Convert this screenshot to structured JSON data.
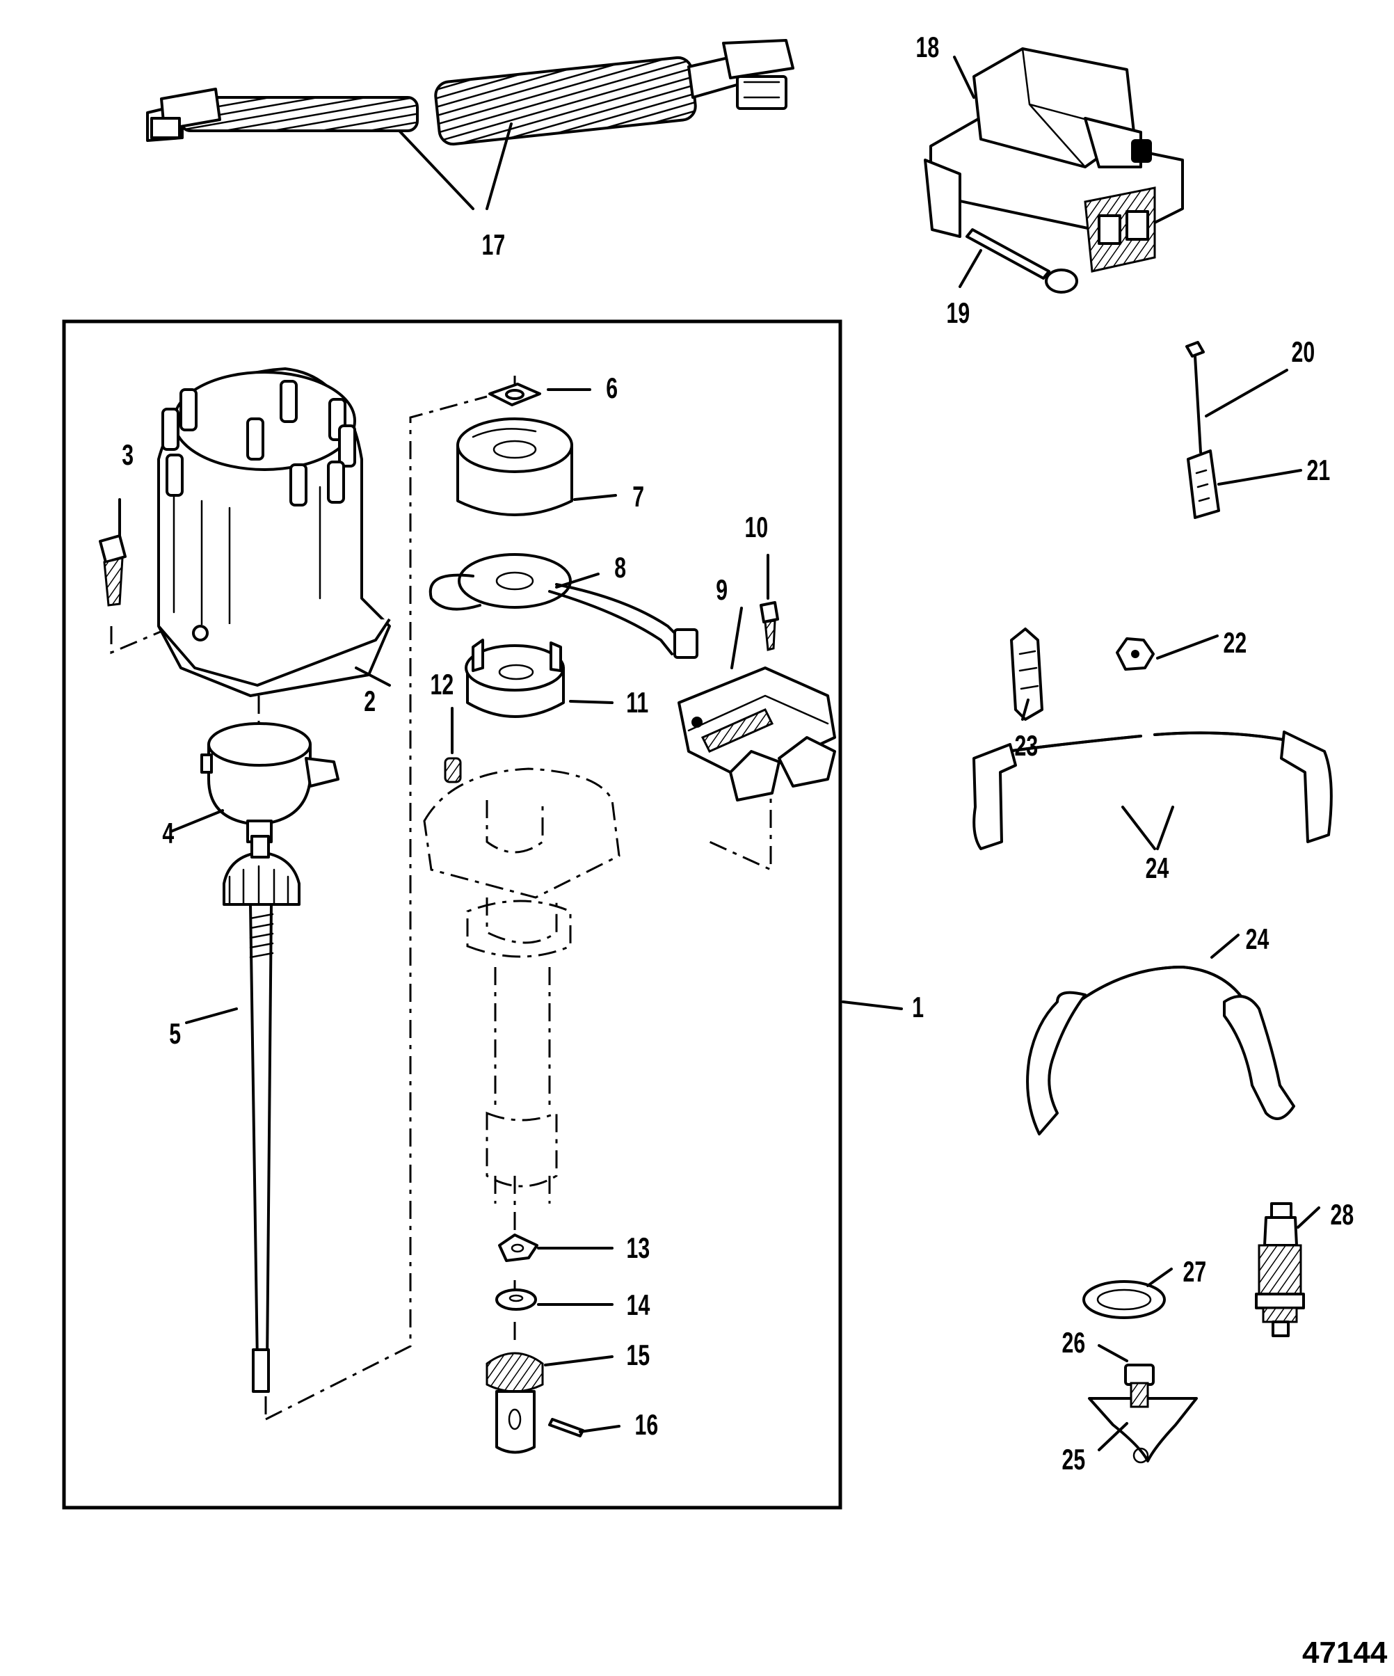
{
  "figure_id": "47144",
  "callouts": {
    "c1": "1",
    "c2": "2",
    "c3": "3",
    "c4": "4",
    "c5": "5",
    "c6": "6",
    "c7": "7",
    "c8": "8",
    "c9": "9",
    "c10": "10",
    "c11": "11",
    "c12": "12",
    "c13": "13",
    "c14": "14",
    "c15": "15",
    "c16": "16",
    "c17": "17",
    "c18": "18",
    "c19": "19",
    "c20": "20",
    "c21": "21",
    "c22": "22",
    "c23": "23",
    "c24a": "24",
    "c24b": "24",
    "c25": "25",
    "c26": "26",
    "c27": "27",
    "c28": "28"
  }
}
